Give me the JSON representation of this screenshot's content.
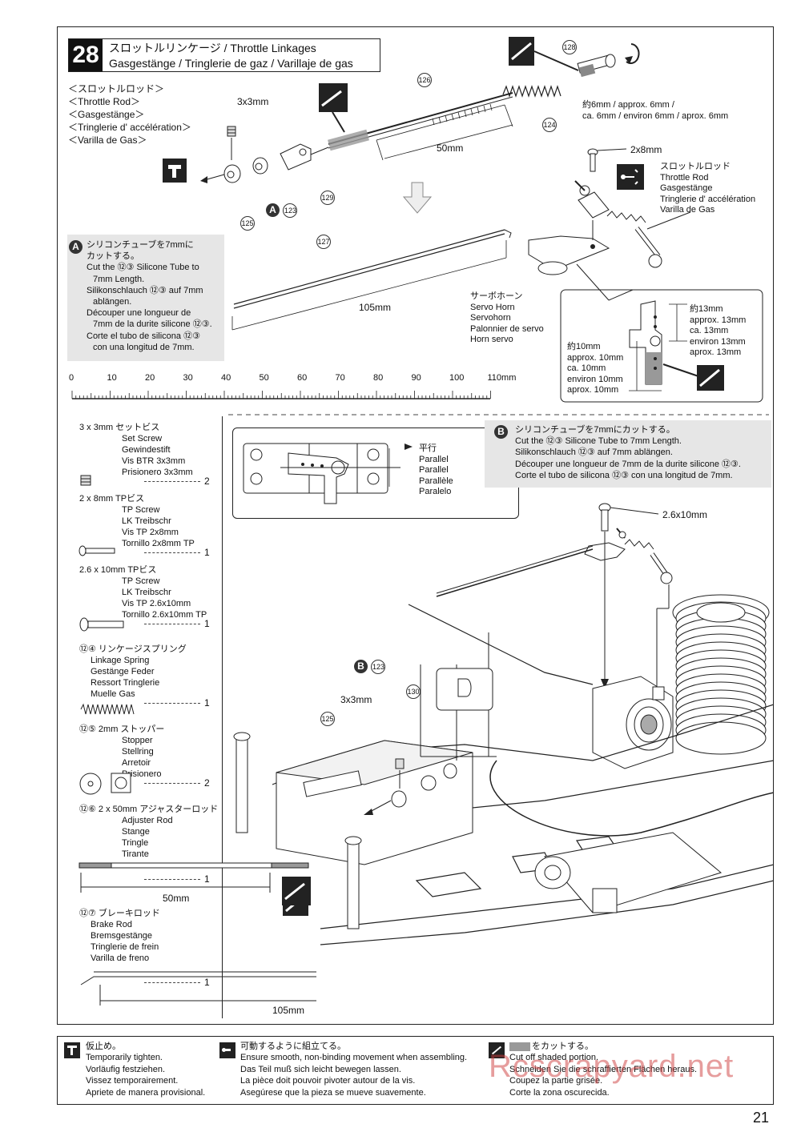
{
  "step": {
    "number": "28",
    "title_line1": "スロットルリンケージ / Throttle Linkages",
    "title_line2": "Gasgestänge / Tringlerie de gaz / Varillaje de gas"
  },
  "throttle_rod_label": [
    "＜スロットルロッド＞",
    "＜Throttle Rod＞",
    "＜Gasgestänge＞",
    "＜Tringlerie d' accélération＞",
    "＜Varilla de Gas＞"
  ],
  "labels": {
    "screw_3x3": "3x3mm",
    "len_50": "50mm",
    "len_105": "105mm",
    "screw_2x8": "2x8mm",
    "screw_26x10": "2.6x10mm",
    "screw_3x3_b": "3x3mm",
    "approx_6mm": [
      "約6mm / approx. 6mm /",
      "ca. 6mm / environ 6mm / aprox. 6mm"
    ],
    "throttle_rod_right": [
      "スロットルロッド",
      "Throttle Rod",
      "Gasgestänge",
      "Tringlerie d' accélération",
      "Varilla de Gas"
    ],
    "servo_horn": [
      "サーボホーン",
      "Servo Horn",
      "Servohorn",
      "Palonnier de servo",
      "Horn servo"
    ],
    "approx_13mm": [
      "約13mm",
      "approx. 13mm",
      "ca. 13mm",
      "environ 13mm",
      "aprox. 13mm"
    ],
    "approx_10mm": [
      "約10mm",
      "approx. 10mm",
      "ca. 10mm",
      "environ 10mm",
      "aprox. 10mm"
    ],
    "parallel": [
      "平行",
      "Parallel",
      "Parallel",
      "Parallèle",
      "Paralelo"
    ]
  },
  "part_numbers": {
    "p123": "123",
    "p124": "124",
    "p125": "125",
    "p126": "126",
    "p127": "127",
    "p128": "128",
    "p129": "129",
    "p130": "130"
  },
  "note_a": {
    "letter": "A",
    "lines": [
      "シリコンチューブを7mmに",
      "カットする。",
      "Cut the ⑫③ Silicone Tube to",
      "7mm Length.",
      "Silikonschlauch ⑫③ auf 7mm",
      "ablängen.",
      "Découper une longueur de",
      "7mm de la durite silicone ⑫③.",
      "Corte el tubo de silicona ⑫③",
      "con una longitud de 7mm."
    ]
  },
  "note_b": {
    "letter": "B",
    "lines": [
      "シリコンチューブを7mmにカットする。",
      "Cut the ⑫③ Silicone Tube to 7mm Length.",
      "Silikonschlauch ⑫③ auf 7mm ablängen.",
      "Découper une longueur de 7mm de la durite silicone ⑫③.",
      "Corte el tubo de silicona ⑫③ con una longitud de 7mm."
    ]
  },
  "ruler": {
    "ticks": [
      "0",
      "10",
      "20",
      "30",
      "40",
      "50",
      "60",
      "70",
      "80",
      "90",
      "100",
      "110mm"
    ]
  },
  "parts_list": [
    {
      "name": "3 x 3mm  セットビス",
      "desc": [
        "Set Screw",
        "Gewindestift",
        "Vis BTR 3x3mm",
        "Prisionero 3x3mm"
      ],
      "qty": "2"
    },
    {
      "name": "2 x 8mm  TPビス",
      "desc": [
        "TP Screw",
        "LK Treibschr",
        "Vis TP 2x8mm",
        "Tornillo 2x8mm TP"
      ],
      "qty": "1"
    },
    {
      "name": "2.6 x 10mm  TPビス",
      "desc": [
        "TP Screw",
        "LK Treibschr",
        "Vis TP 2.6x10mm",
        "Tornillo 2.6x10mm TP"
      ],
      "qty": "1"
    },
    {
      "name": "⑫④ リンケージスプリング",
      "desc": [
        "Linkage Spring",
        "Gestänge Feder",
        "Ressort Tringlerie",
        "Muelle Gas"
      ],
      "qty": "1"
    },
    {
      "name": "⑫⑤ 2mm  ストッパー",
      "desc": [
        "Stopper",
        "Stellring",
        "Arretoir",
        "Prisionero"
      ],
      "qty": "2"
    },
    {
      "name": "⑫⑥ 2 x 50mm  アジャスターロッド",
      "desc": [
        "Adjuster Rod",
        "Stange",
        "Tringle",
        "Tirante"
      ],
      "qty": "1",
      "length": "50mm"
    },
    {
      "name": "⑫⑦ ブレーキロッド",
      "desc": [
        "Brake Rod",
        "Bremsgestänge",
        "Tringlerie de frein",
        "Varilla de freno"
      ],
      "qty": "1",
      "length": "105mm"
    }
  ],
  "footer": {
    "col1": [
      "仮止め。",
      "Temporarily tighten.",
      "Vorläufig festziehen.",
      "Vissez temporairement.",
      "Apriete de manera provisional."
    ],
    "col2": [
      "可動するように組立てる。",
      "Ensure smooth, non-binding movement when assembling.",
      "Das Teil muß sich leicht bewegen lassen.",
      "La pièce doit pouvoir pivoter autour de la vis.",
      "Asegúrese que la pieza se mueve suavemente."
    ],
    "col3": [
      "をカットする。",
      "Cut off shaded portion.",
      "Schneiden Sie die schraffierten Flächen heraus.",
      "Coupez la partie grisée.",
      "Corte la zona oscurecida."
    ]
  },
  "watermark": "Rcscrapyard.net",
  "page_number": "21"
}
